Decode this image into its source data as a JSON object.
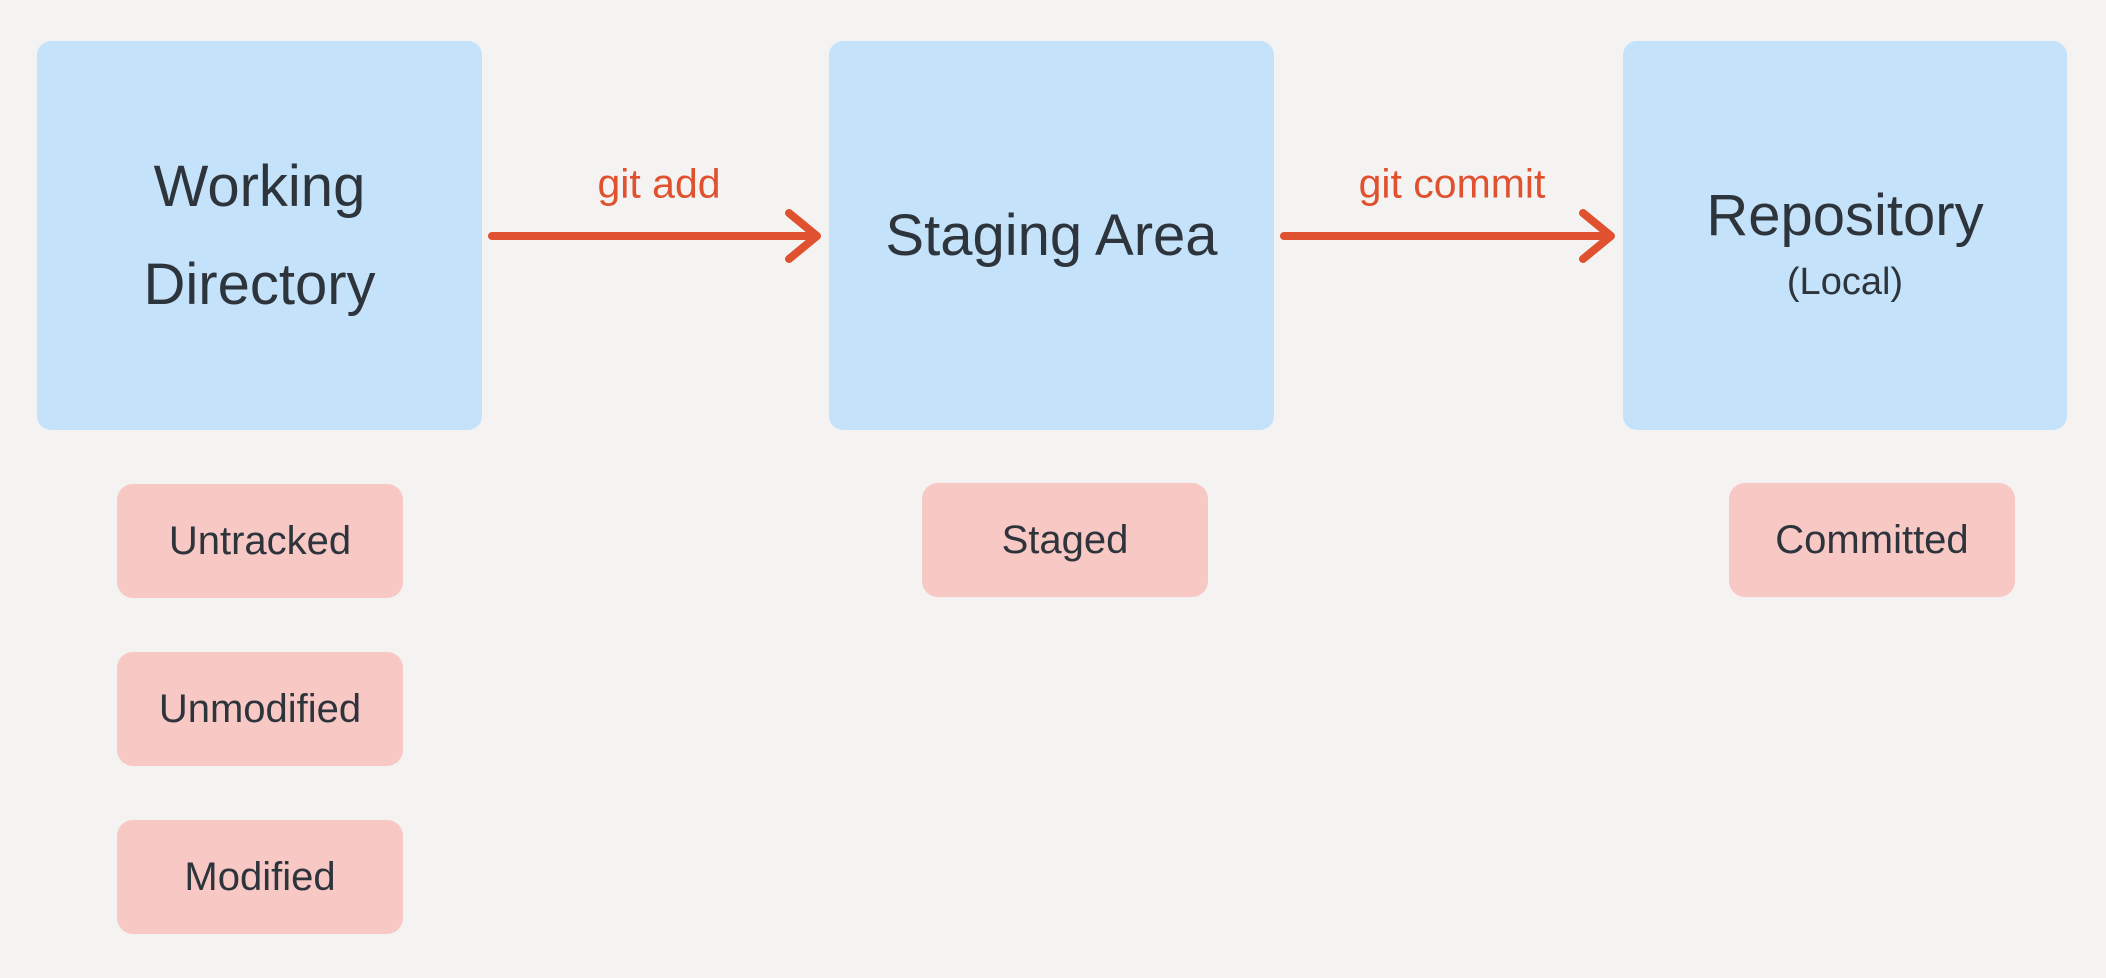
{
  "colors": {
    "bg": "#f4f3f2",
    "node_fill": "#c4e2fa",
    "badge_fill": "#f7c8c4",
    "arrow_color": "#e0512f",
    "text_dark": "#2e343b"
  },
  "nodes": [
    {
      "id": "working-directory",
      "title_lines": [
        "Working",
        "Directory"
      ]
    },
    {
      "id": "staging-area",
      "title_lines": [
        "Staging Area"
      ]
    },
    {
      "id": "repository",
      "title_lines": [
        "Repository"
      ],
      "subtitle": "(Local)"
    }
  ],
  "arrows": [
    {
      "id": "git-add",
      "label": "git add",
      "from": "working-directory",
      "to": "staging-area"
    },
    {
      "id": "git-commit",
      "label": "git commit",
      "from": "staging-area",
      "to": "repository"
    }
  ],
  "badges": [
    {
      "id": "untracked",
      "label": "Untracked",
      "under": "working-directory"
    },
    {
      "id": "unmodified",
      "label": "Unmodified",
      "under": "working-directory"
    },
    {
      "id": "modified",
      "label": "Modified",
      "under": "working-directory"
    },
    {
      "id": "staged",
      "label": "Staged",
      "under": "staging-area"
    },
    {
      "id": "committed",
      "label": "Committed",
      "under": "repository"
    }
  ]
}
